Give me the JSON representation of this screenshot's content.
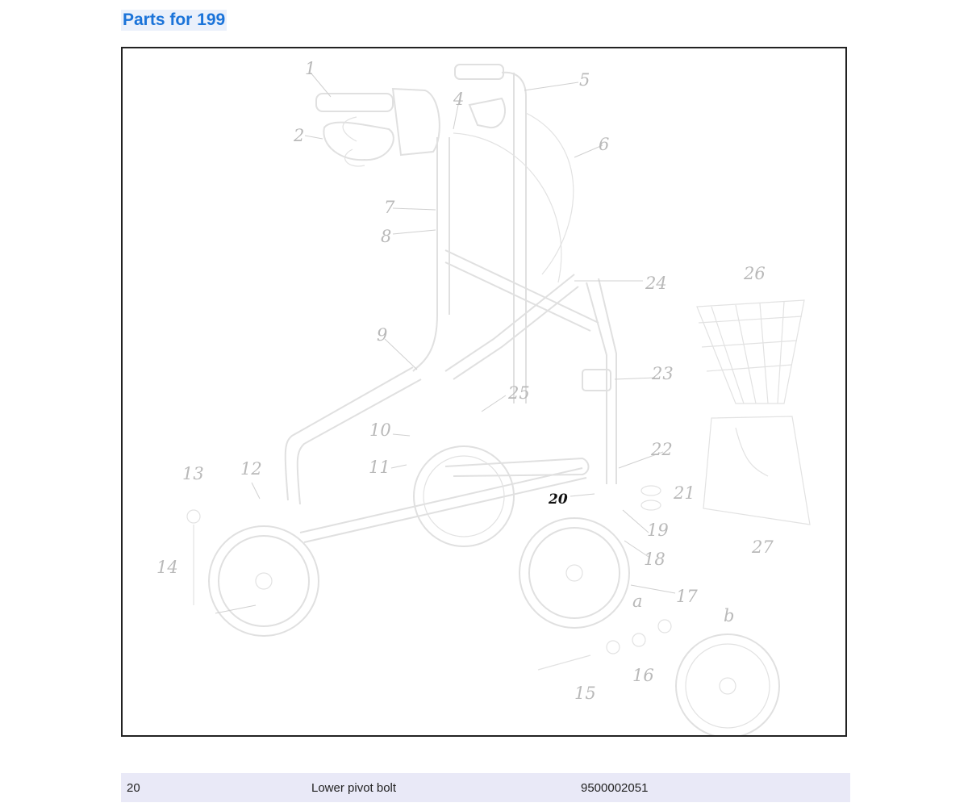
{
  "page": {
    "title": "Parts for 199"
  },
  "diagram": {
    "callouts": [
      "1",
      "2",
      "4",
      "5",
      "6",
      "7",
      "8",
      "9",
      "10",
      "11",
      "12",
      "13",
      "14",
      "15",
      "16",
      "17",
      "18",
      "19",
      "20",
      "21",
      "22",
      "23",
      "24",
      "25",
      "26",
      "27",
      "a",
      "b"
    ],
    "highlighted": "20"
  },
  "parts_row": {
    "number": "20",
    "description": "Lower pivot bolt",
    "code": "9500002051"
  }
}
